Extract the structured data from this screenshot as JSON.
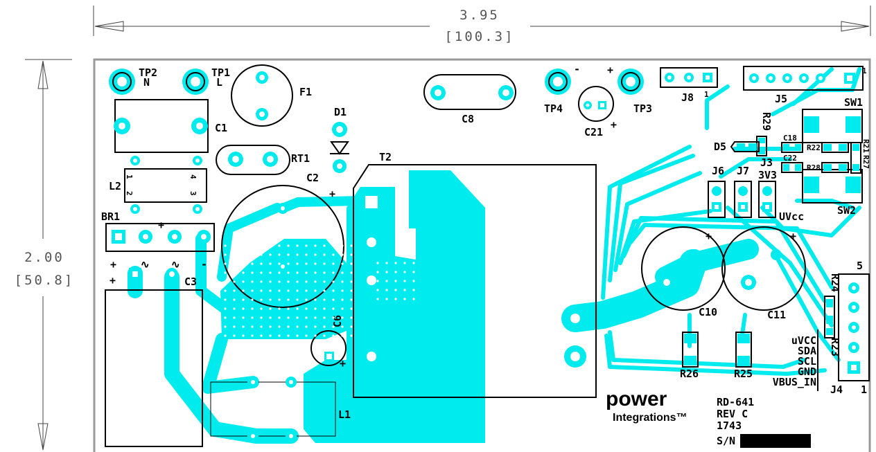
{
  "dimensions": {
    "width_in": "3.95",
    "width_mm": "[100.3]",
    "height_in": "2.00",
    "height_mm": "[50.8]"
  },
  "refdes": {
    "tp2": "TP2",
    "tp2_n": "N",
    "tp1": "TP1",
    "tp1_l": "L",
    "f1": "F1",
    "c8": "C8",
    "tp4": "TP4",
    "tp3": "TP3",
    "c21": "C21",
    "j8": "J8",
    "j8_pin": "1",
    "j5": "J5",
    "j5_pin": "1",
    "sw1": "SW1",
    "sw2": "SW2",
    "c1": "C1",
    "d1": "D1",
    "rt1": "RT1",
    "t2": "T2",
    "c2": "C2",
    "l2": "L2",
    "l2_p1": "1",
    "l2_p2": "2",
    "l2_p3": "3",
    "l2_p4": "4",
    "br1": "BR1",
    "c3": "C3",
    "c6": "C6",
    "l1": "L1",
    "r29": "R29",
    "d5": "D5",
    "c18": "C18",
    "c22": "C22",
    "r22": "R22",
    "r21": "R21",
    "r27": "R27",
    "r28": "R28",
    "j3": "J3",
    "j6": "J6",
    "j7": "J7",
    "v3v3": "3V3",
    "uvcc_top": "UVcc",
    "c10": "C10",
    "c11": "C11",
    "r24": "R24",
    "r23": "R23",
    "j4": "J4",
    "j4_pin1": "1",
    "j4_pin5": "5",
    "r26": "R26",
    "r25": "R25"
  },
  "polarity": {
    "plus": "+",
    "minus": "-",
    "ac": "∿"
  },
  "j4_pins": [
    "uVCC",
    "SDA",
    "SCL",
    "GND",
    "VBUS_IN"
  ],
  "board_info": {
    "brand_line1": "power",
    "brand_line2": "Integrations™",
    "board_id": "RD-641",
    "revision": "REV C",
    "date_code": "1743",
    "serial_label": "S/N"
  },
  "colors": {
    "copper": "#00ebee",
    "silkscreen": "#000000",
    "outline": "#999999"
  }
}
